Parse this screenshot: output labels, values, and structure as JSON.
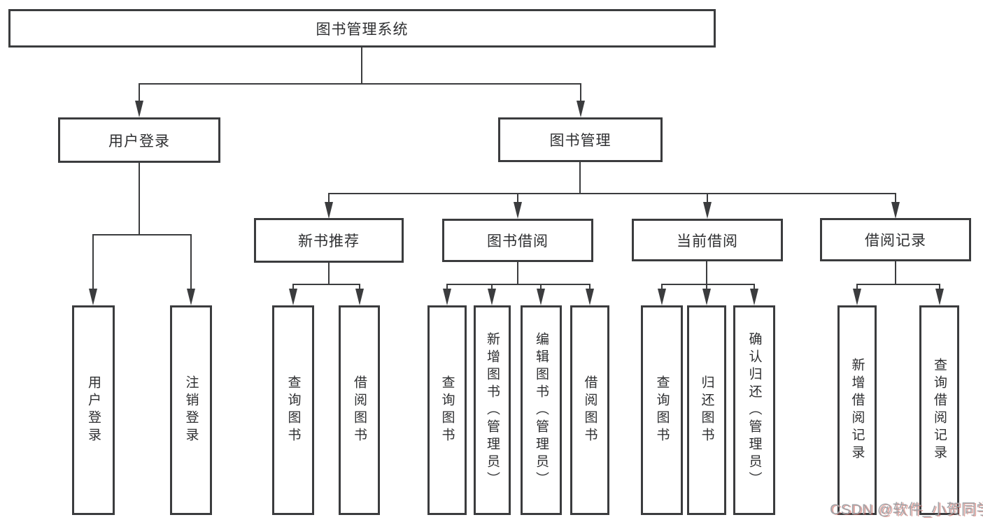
{
  "tree": {
    "label": "图书管理系统",
    "children": [
      {
        "label": "用户登录",
        "children": [
          {
            "label": "用户登录"
          },
          {
            "label": "注销登录"
          }
        ]
      },
      {
        "label": "图书管理",
        "children": [
          {
            "label": "新书推荐",
            "children": [
              {
                "label": "查询图书"
              },
              {
                "label": "借阅图书"
              }
            ]
          },
          {
            "label": "图书借阅",
            "children": [
              {
                "label": "查询图书"
              },
              {
                "label": "新增图书（管理员）"
              },
              {
                "label": "编辑图书（管理员）"
              },
              {
                "label": "借阅图书"
              }
            ]
          },
          {
            "label": "当前借阅",
            "children": [
              {
                "label": "查询图书"
              },
              {
                "label": "归还图书"
              },
              {
                "label": "确认归还（管理员）"
              }
            ]
          },
          {
            "label": "借阅记录",
            "children": [
              {
                "label": "新增借阅记录"
              },
              {
                "label": "查询借阅记录"
              }
            ]
          }
        ]
      }
    ]
  },
  "watermark": "CSDN @软件_小贺同学",
  "colors": {
    "line": "#3b3c3e",
    "text": "#2e2f31",
    "background": "#ffffff",
    "watermark_gray": "#a2a3a7",
    "watermark_red": "#c65a50"
  }
}
